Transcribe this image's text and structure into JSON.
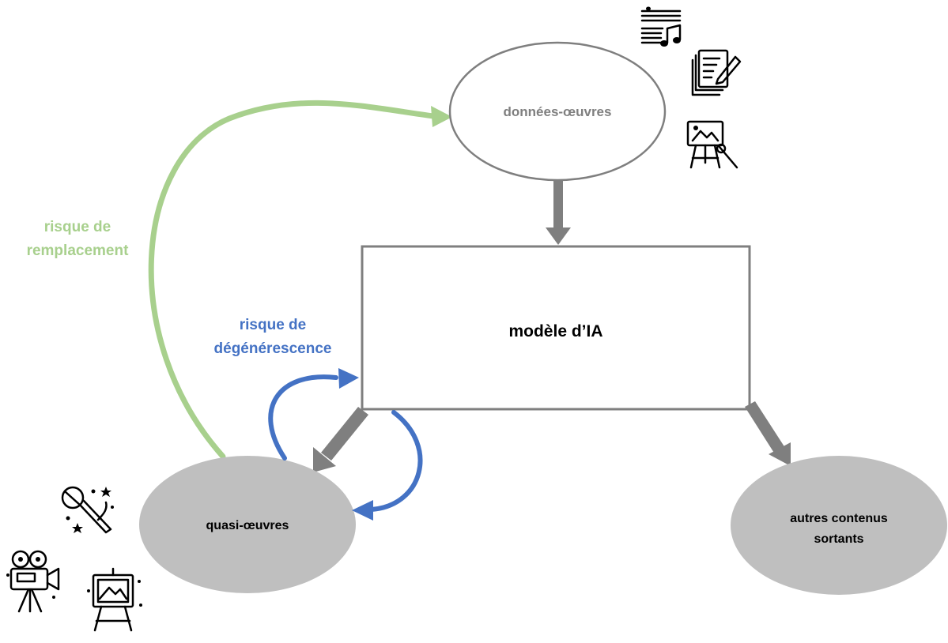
{
  "nodes": {
    "donnees": "données-œuvres",
    "modele": "modèle d’IA",
    "quasi": "quasi-œuvres",
    "autres_line1": "autres contenus",
    "autres_line2": "sortants"
  },
  "labels": {
    "remplacement_line1": "risque de",
    "remplacement_line2": "remplacement",
    "degenerescence_line1": "risque de",
    "degenerescence_line2": "dégénérescence"
  },
  "colors": {
    "green": "#a8d08d",
    "blue": "#4472c4",
    "grey_arrow": "#7f7f7f",
    "grey_fill": "#bfbfbf",
    "donnees_text": "#7f7f7f"
  },
  "icons": {
    "donnees": [
      "sheet-music-icon",
      "document-pen-icon",
      "painting-easel-icon"
    ],
    "quasi": [
      "microphone-stars-icon",
      "film-camera-icon",
      "canvas-easel-icon"
    ]
  }
}
